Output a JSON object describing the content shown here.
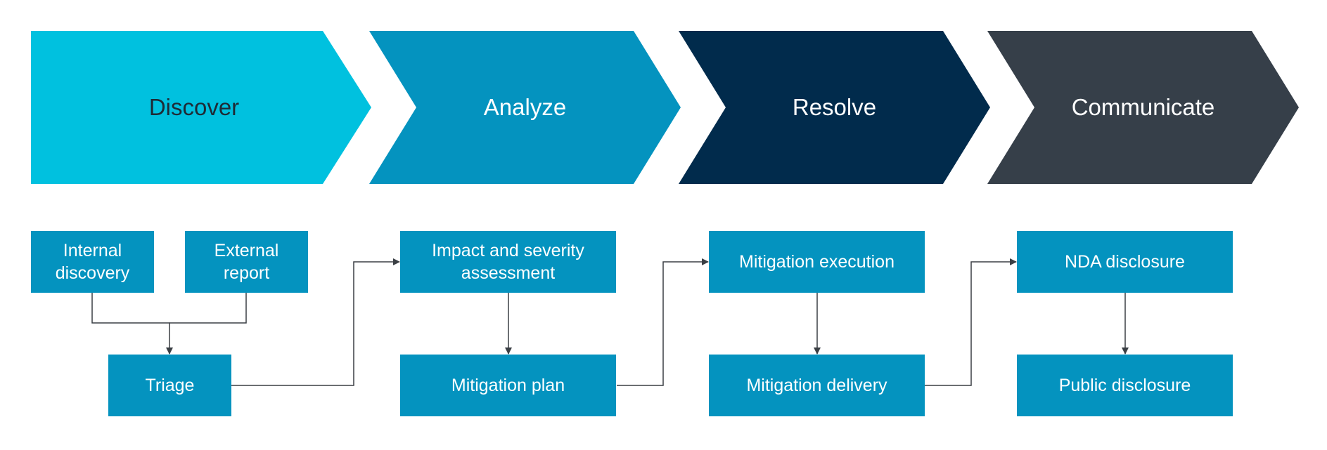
{
  "colors": {
    "discover": "#00c1df",
    "analyze": "#0493bf",
    "resolve": "#012b4c",
    "communicate": "#363f49",
    "step_box": "#0493bf",
    "connector": "#3a3f44",
    "dark_text": "#1e2b36",
    "light_text": "#ffffff"
  },
  "phases": [
    {
      "label": "Discover"
    },
    {
      "label": "Analyze"
    },
    {
      "label": "Resolve"
    },
    {
      "label": "Communicate"
    }
  ],
  "steps": {
    "internal_discovery": "Internal discovery",
    "external_report": "External report",
    "triage": "Triage",
    "impact_assessment": "Impact and severity assessment",
    "mitigation_plan": "Mitigation plan",
    "mitigation_execution": "Mitigation execution",
    "mitigation_delivery": "Mitigation delivery",
    "nda_disclosure": "NDA disclosure",
    "public_disclosure": "Public disclosure"
  }
}
